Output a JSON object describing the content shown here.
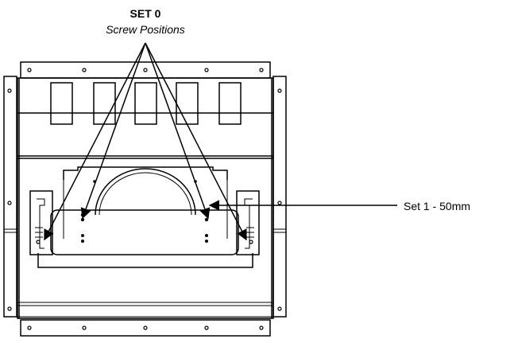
{
  "diagram": {
    "title": "SET 0",
    "subtitle": "Screw Positions",
    "callout": "Set 1 - 50mm"
  }
}
